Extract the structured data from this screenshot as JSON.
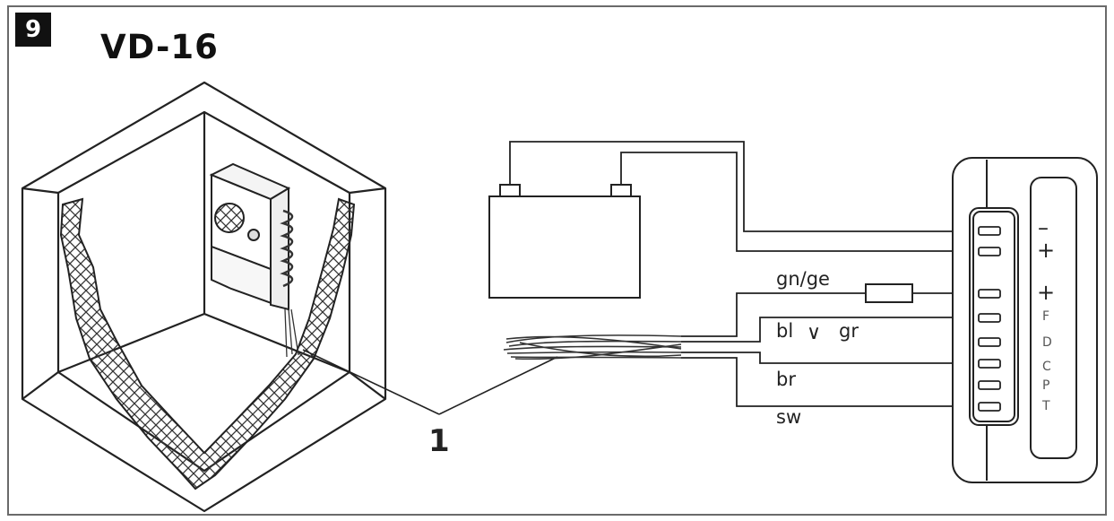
{
  "figure_number": "9",
  "title": "VD-16",
  "callout": "1",
  "wires": {
    "yellow_green": "gn/ge",
    "blue_gray": "bl",
    "or_symbol": "∨",
    "gray": "gr",
    "brown": "br",
    "black": "sw"
  },
  "terminals": {
    "minus": "–",
    "plus1": "+",
    "plus2": "+",
    "F": "F",
    "D": "D",
    "C": "C",
    "P": "P",
    "T": "T"
  },
  "colors": {
    "line": "#222222",
    "frame": "#6a6a6a",
    "badge": "#111111"
  }
}
